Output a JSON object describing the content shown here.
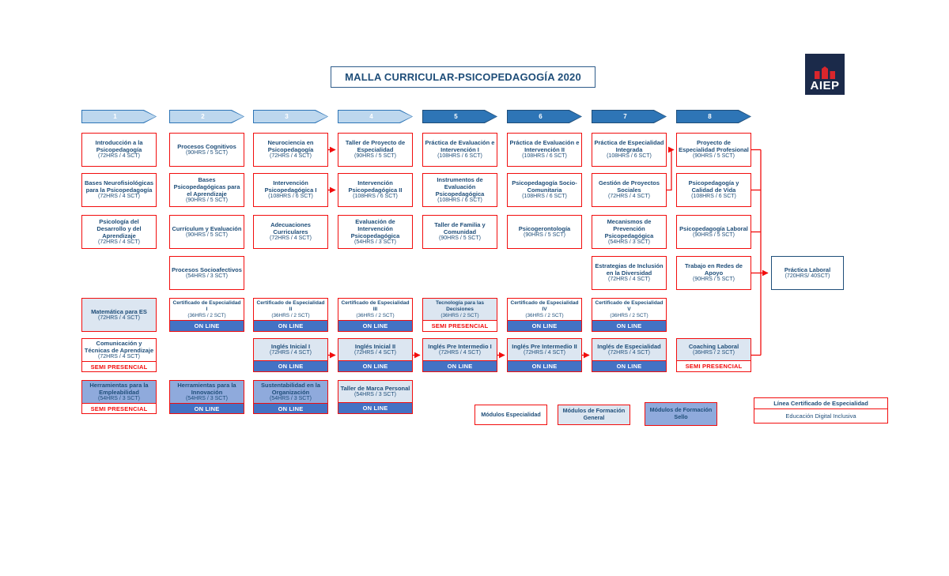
{
  "title": "MALLA CURRICULAR-PSICOPEDAGOGÍA 2020",
  "logo": {
    "text": "AIEP"
  },
  "colors": {
    "module_border_red": "#f20d0d",
    "text_navy": "#1f4e79",
    "online_bar_blue": "#4472c4",
    "general_fill_lightblue": "#dce6f1",
    "sello_fill_blue": "#8faadc",
    "chevron_light": "#bdd7ee",
    "chevron_dark": "#2e75b6",
    "logo_navy": "#1b2a4a",
    "logo_red": "#d9262c"
  },
  "columns": [
    {
      "number": "1",
      "boxes": [
        {
          "title": "Introducción a la Psicopedagogía",
          "hours": "(72HRS / 4 SCT)"
        },
        {
          "title": "Bases Neurofisiológicas para la Psicopedagogía",
          "hours": "(72HRS / 4 SCT)"
        },
        {
          "title": "Psicología del Desarrollo y del Aprendizaje",
          "hours": "(72HRS / 4 SCT)"
        },
        {
          "title": "Matemática para ES",
          "hours": "(72HRS / 4 SCT)"
        },
        {
          "title": "Comunicación y Técnicas de Aprendizaje",
          "hours": "(72HRS / 4 SCT)",
          "bar": "SEMI PRESENCIAL"
        },
        {
          "title": "Herramientas para la Empleabilidad",
          "hours": "(54HRS / 3 SCT)",
          "bar": "SEMI PRESENCIAL"
        }
      ]
    },
    {
      "number": "2",
      "boxes": [
        {
          "title": "Procesos Cognitivos",
          "hours": "(90HRS / 5 SCT)"
        },
        {
          "title": "Bases Psicopedagógicas para el Aprendizaje",
          "hours": "(90HRS / 5 SCT)"
        },
        {
          "title": "Currículum y Evaluación",
          "hours": "(90HRS / 5 SCT)"
        },
        {
          "title": "Procesos Socioafectivos",
          "hours": "(54HRS / 3 SCT)"
        },
        {
          "title": "Certificado de Especialidad I",
          "hours": "(36HRS / 2 SCT)",
          "bar": "ON LINE"
        },
        {
          "title": "Herramientas para la Innovación",
          "hours": "(54HRS / 3 SCT)",
          "bar": "ON LINE"
        }
      ]
    },
    {
      "number": "3",
      "boxes": [
        {
          "title": "Neurociencia en Psicopedagogía",
          "hours": "(72HRS / 4 SCT)"
        },
        {
          "title": "Intervención Psicopedagógica I",
          "hours": "(108HRS / 6 SCT)"
        },
        {
          "title": "Adecuaciones Curriculares",
          "hours": "(72HRS / 4 SCT)"
        },
        {
          "title": "Certificado de Especialidad II",
          "hours": "(36HRS / 2 SCT)",
          "bar": "ON LINE"
        },
        {
          "title": "Inglés Inicial I",
          "hours": "(72HRS / 4 SCT)",
          "bar": "ON LINE"
        },
        {
          "title": "Sustentabilidad en la Organización",
          "hours": "(54HRS / 3 SCT)",
          "bar": "ON LINE"
        }
      ]
    },
    {
      "number": "4",
      "boxes": [
        {
          "title": "Taller de Proyecto de Especialidad",
          "hours": "(90HRS / 5 SCT)"
        },
        {
          "title": "Intervención Psicopedagógica II",
          "hours": "(108HRS / 6 SCT)"
        },
        {
          "title": "Evaluación de Intervención Psicopedagógica",
          "hours": "(54HRS / 3 SCT)"
        },
        {
          "title": "Certificado de Especialidad III",
          "hours": "(36HRS / 2 SCT)",
          "bar": "ON LINE"
        },
        {
          "title": "Inglés Inicial II",
          "hours": "(72HRS / 4 SCT)",
          "bar": "ON LINE"
        },
        {
          "title": "Taller de Marca Personal",
          "hours": "(54HRS / 3 SCT)",
          "bar": "ON LINE"
        }
      ]
    },
    {
      "number": "5",
      "boxes": [
        {
          "title": "Práctica de Evaluación e Intervención I",
          "hours": "(108HRS / 6 SCT)"
        },
        {
          "title": "Instrumentos de Evaluación Psicopedagógica",
          "hours": "(108HRS / 6 SCT)"
        },
        {
          "title": "Taller de Familia y Comunidad",
          "hours": "(90HRS / 5 SCT)"
        },
        {
          "title": "Tecnología para las Decisiones",
          "hours": "(36HRS / 2 SCT)",
          "bar": "SEMI PRESENCIAL"
        },
        {
          "title": "Inglés Pre Intermedio I",
          "hours": "(72HRS / 4 SCT)",
          "bar": "ON LINE"
        }
      ]
    },
    {
      "number": "6",
      "boxes": [
        {
          "title": "Práctica de Evaluación e Intervención II",
          "hours": "(108HRS / 6 SCT)"
        },
        {
          "title": "Psicopedagogía Socio-Comunitaria",
          "hours": "(108HRS / 6 SCT)"
        },
        {
          "title": "Psicogerontología",
          "hours": "(90HRS / 5 SCT)"
        },
        {
          "title": "Certificado de Especialidad IV",
          "hours": "(36HRS / 2 SCT)",
          "bar": "ON LINE"
        },
        {
          "title": "Inglés Pre Intermedio II",
          "hours": "(72HRS / 4 SCT)",
          "bar": "ON LINE"
        }
      ]
    },
    {
      "number": "7",
      "boxes": [
        {
          "title": "Práctica de Especialidad Integrada",
          "hours": "(108HRS / 6 SCT)"
        },
        {
          "title": "Gestión de Proyectos Sociales",
          "hours": "(72HRS / 4 SCT)"
        },
        {
          "title": "Mecanismos de Prevención Psicopedagógica",
          "hours": "(54HRS / 3 SCT)"
        },
        {
          "title": "Estrategias de Inclusión en la Diversidad",
          "hours": "(72HRS / 4 SCT)"
        },
        {
          "title": "Certificado de Especialidad V",
          "hours": "(36HRS / 2 SCT)",
          "bar": "ON LINE"
        },
        {
          "title": "Inglés de Especialidad",
          "hours": "(72HRS / 4 SCT)",
          "bar": "ON LINE"
        }
      ]
    },
    {
      "number": "8",
      "boxes": [
        {
          "title": "Proyecto de Especialidad Profesional",
          "hours": "(90HRS / 5 SCT)"
        },
        {
          "title": "Psicopedagogía y Calidad de Vida",
          "hours": "(108HRS / 6 SCT)"
        },
        {
          "title": "Psicopedagogía Laboral",
          "hours": "(90HRS / 5 SCT)"
        },
        {
          "title": "Trabajo en Redes de Apoyo",
          "hours": "(90HRS / 5 SCT)"
        },
        {
          "title": "Coaching Laboral",
          "hours": "(36HRS / 2 SCT)",
          "bar": "SEMI PRESENCIAL"
        }
      ]
    }
  ],
  "practica_laboral": {
    "title": "Práctica Laboral",
    "hours": "(720HRS/ 40SCT)"
  },
  "legend": {
    "especialidad": "Módulos Especialidad",
    "general": "Módulos de Formación General",
    "sello": "Módulos de Formación Sello",
    "linea_title": "Línea Certificado de Especialidad",
    "linea_item": "Educación Digital Inclusiva"
  }
}
